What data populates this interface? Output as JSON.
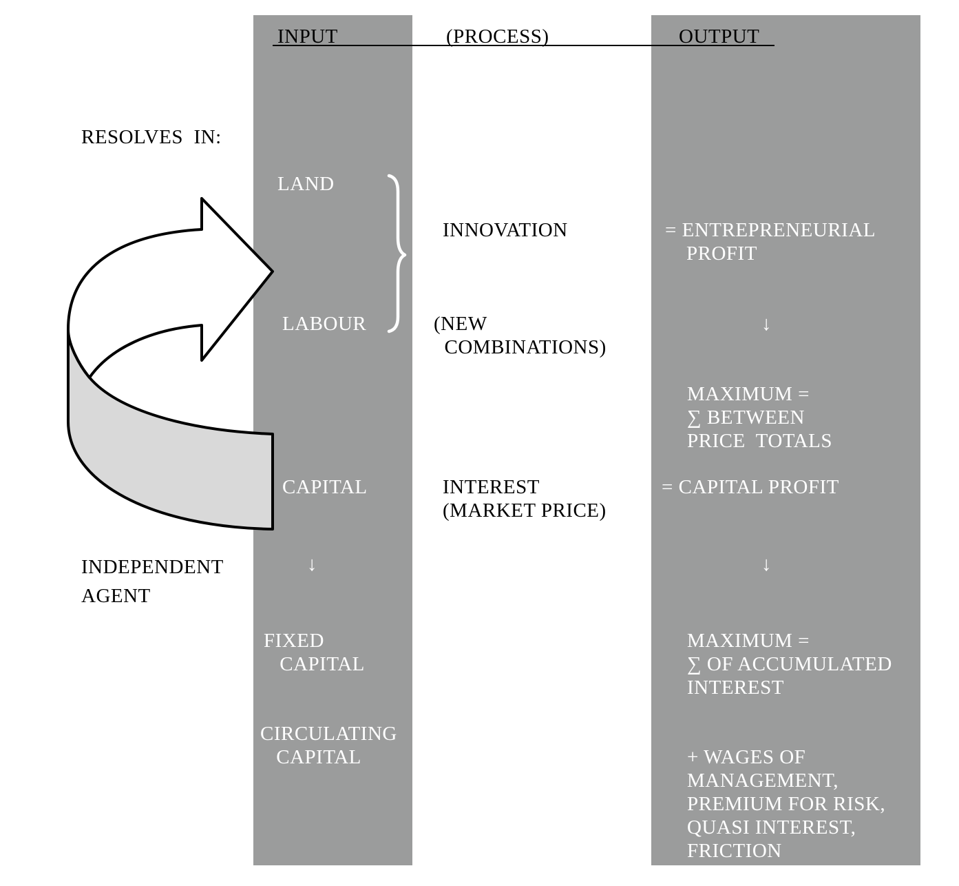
{
  "colors": {
    "column_fill": "#9b9c9c",
    "arrow_fill": "#d9d9d9"
  },
  "header": {
    "input": "INPUT",
    "process": "(PROCESS)",
    "output": "OUTPUT"
  },
  "left": {
    "resolves_in": "RESOLVES  IN:",
    "independent_agent": "INDEPENDENT\nAGENT"
  },
  "input": {
    "land": "LAND",
    "labour": "LABOUR",
    "capital": "CAPITAL",
    "down_arrow": "↓",
    "fixed_capital": "FIXED\n   CAPITAL",
    "circulating_capital": "CIRCULATING\n   CAPITAL"
  },
  "process": {
    "innovation": "INNOVATION",
    "new_combinations": "(NEW\n  COMBINATIONS)",
    "interest": "INTEREST\n(MARKET PRICE)"
  },
  "output": {
    "entrepreneurial_profit": "= ENTREPRENEURIAL\n    PROFIT",
    "down_arrow_1": "↓",
    "maximum_between": "MAXIMUM =\n∑ BETWEEN\nPRICE  TOTALS",
    "capital_profit": "=  CAPITAL PROFIT",
    "down_arrow_2": "↓",
    "maximum_accumulated": "MAXIMUM =\n∑ OF ACCUMULATED\nINTEREST",
    "wages": "+ WAGES OF\nMANAGEMENT,\nPREMIUM FOR RISK,\nQUASI INTEREST,\nFRICTION"
  },
  "icons": [
    "curved-arrow-icon",
    "brace-icon",
    "down-arrow-icon"
  ]
}
